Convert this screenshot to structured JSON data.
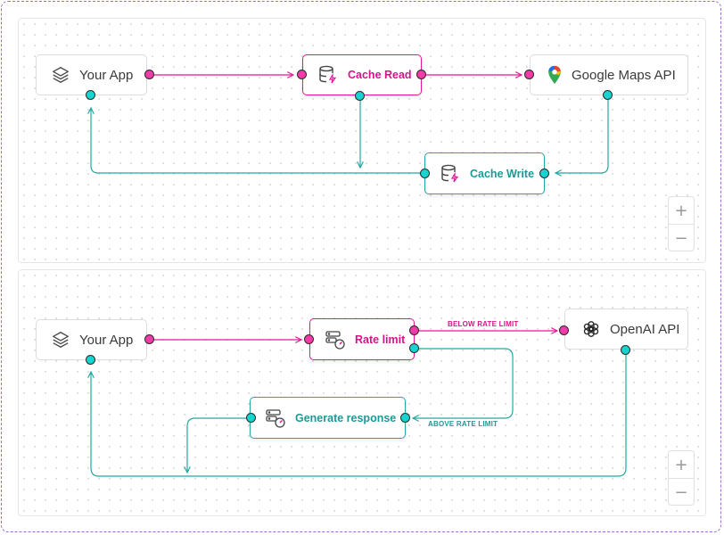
{
  "diagrams": [
    {
      "nodes": {
        "app": {
          "label": "Your App",
          "icon": "layers-icon"
        },
        "cache_read": {
          "label": "Cache Read",
          "icon": "database-bolt-icon"
        },
        "maps": {
          "label": "Google Maps API",
          "icon": "google-maps-pin-icon"
        },
        "cache_write": {
          "label": "Cache Write",
          "icon": "database-bolt-icon"
        }
      }
    },
    {
      "nodes": {
        "app": {
          "label": "Your App",
          "icon": "layers-icon"
        },
        "rate": {
          "label": "Rate limit",
          "icon": "server-gauge-icon"
        },
        "openai": {
          "label": "OpenAI API",
          "icon": "openai-logo-icon"
        },
        "generate": {
          "label": "Generate response",
          "icon": "server-gauge-icon"
        }
      },
      "edge_labels": {
        "below": "BELOW RATE LIMIT",
        "above": "ABOVE RATE LIMIT"
      }
    }
  ],
  "zoom": {
    "in": "+",
    "out": "−"
  },
  "colors": {
    "pink": "#e5159a",
    "teal": "#23a7a4",
    "frame": "#9b6bd6"
  }
}
